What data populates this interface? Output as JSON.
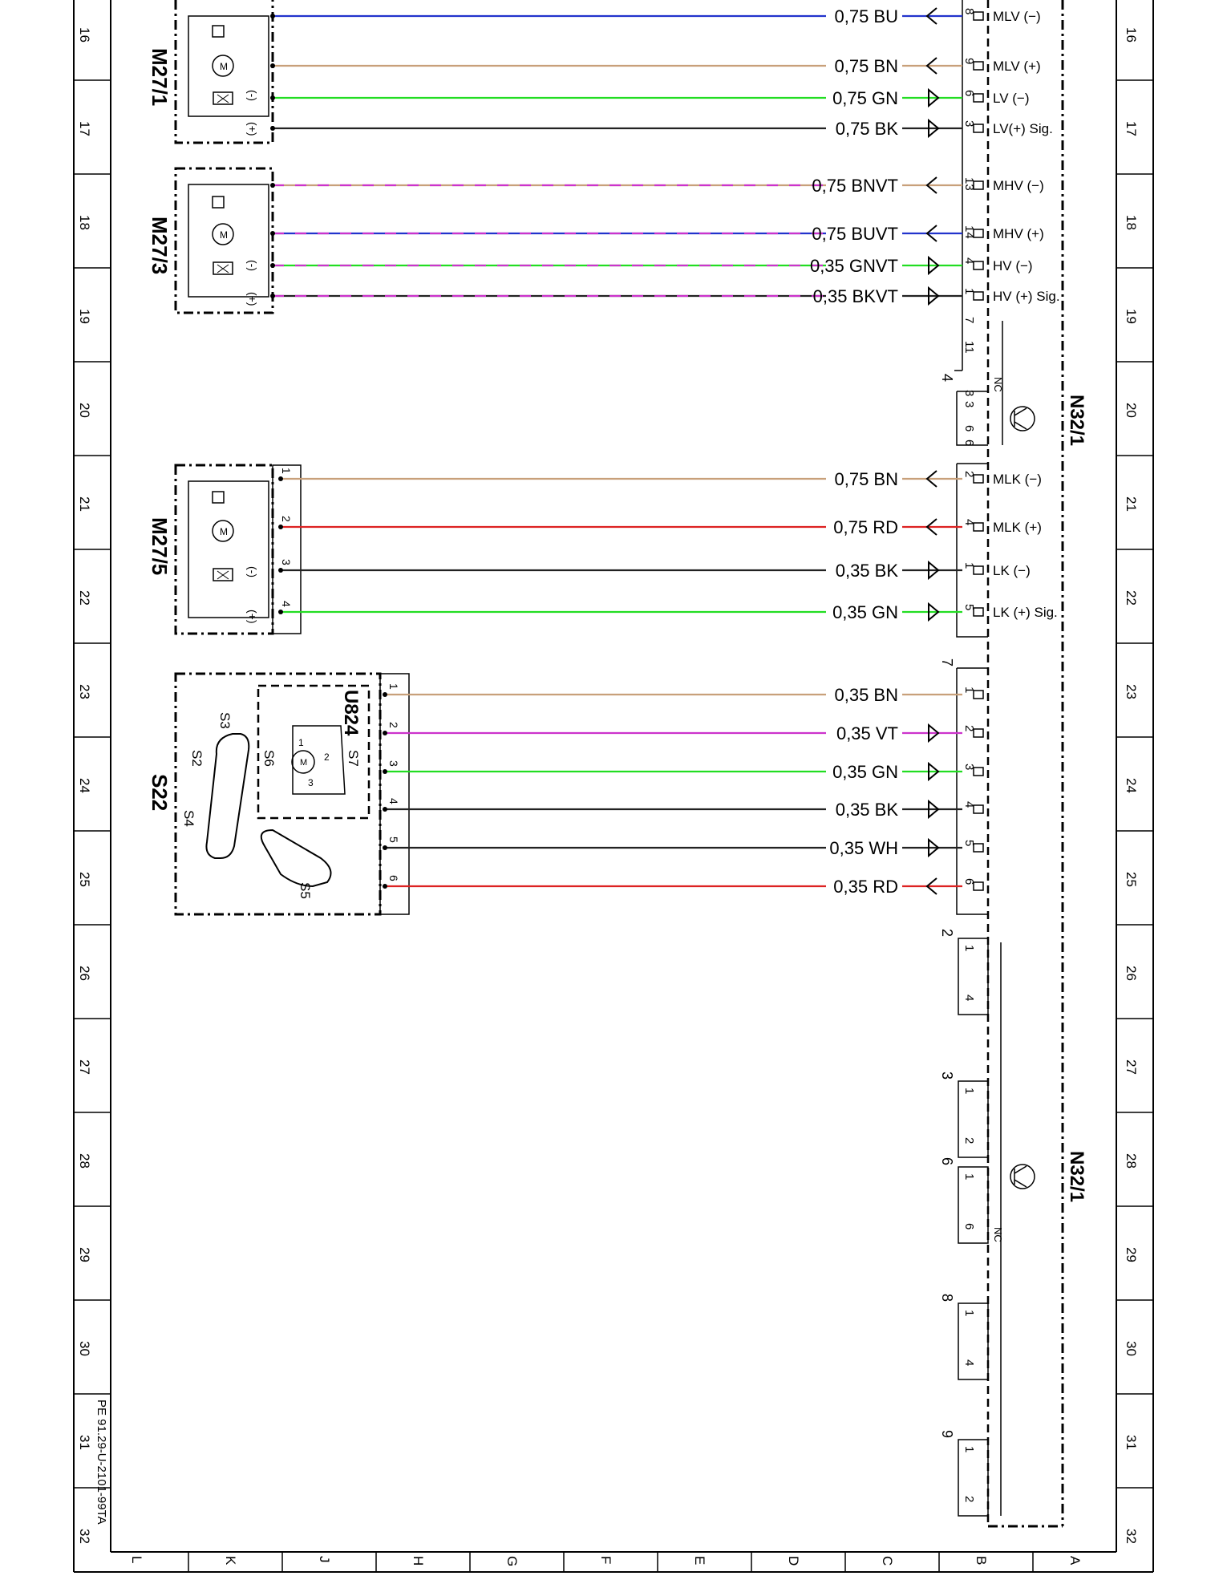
{
  "frame": {
    "row_labels": [
      "16",
      "17",
      "18",
      "19",
      "20",
      "21",
      "22",
      "23",
      "24",
      "25",
      "26",
      "27",
      "28",
      "29",
      "30",
      "31",
      "32"
    ],
    "col_labels": [
      "L",
      "K",
      "J",
      "H",
      "G",
      "F",
      "E",
      "D",
      "C",
      "B",
      "A"
    ],
    "drawing_id": "PE 91.29-U-2101-99TA"
  },
  "components": {
    "m27_1": "M27/1",
    "m27_3": "M27/3",
    "m27_5": "M27/5",
    "s22": "S22",
    "u824": "U824",
    "n32_1_top": "N32/1",
    "n32_1_bottom": "N32/1",
    "switch_labels": [
      "S2",
      "S3",
      "S4",
      "S5",
      "S6",
      "S7"
    ],
    "dial_labels": [
      "M",
      "1",
      "2",
      "3"
    ],
    "motor_symbol": "M",
    "polarity_minus": "(-)",
    "polarity_plus": "(+)",
    "nc_label": "NC"
  },
  "wires": [
    {
      "gauge_color": "0,75 BU",
      "signal": "MLV (−)",
      "pin": "8",
      "colors": [
        "#2233cc"
      ]
    },
    {
      "gauge_color": "0,75 BN",
      "signal": "MLV (+)",
      "pin": "9",
      "colors": [
        "#c8a07a"
      ]
    },
    {
      "gauge_color": "0,75 GN",
      "signal": "LV (−)",
      "pin": "6",
      "colors": [
        "#22dd22"
      ]
    },
    {
      "gauge_color": "0,75 BK",
      "signal": "LV(+) Sig.",
      "pin": "3",
      "colors": [
        "#222222"
      ]
    },
    {
      "gauge_color": "0,75 BNVT",
      "signal": "MHV (−)",
      "pin": "13",
      "colors": [
        "#c8a07a",
        "#cc33cc"
      ]
    },
    {
      "gauge_color": "0,75 BUVT",
      "signal": "MHV (+)",
      "pin": "14",
      "colors": [
        "#2233cc",
        "#cc33cc"
      ]
    },
    {
      "gauge_color": "0,35 GNVT",
      "signal": "HV (−)",
      "pin": "4",
      "colors": [
        "#22dd22",
        "#cc33cc"
      ]
    },
    {
      "gauge_color": "0,35 BKVT",
      "signal": "HV (+) Sig.",
      "pin": "1",
      "colors": [
        "#222222",
        "#cc33cc"
      ]
    },
    {
      "gauge_color": "0,75 BN",
      "signal": "MLK (−)",
      "pin": "2",
      "colors": [
        "#c8a07a"
      ]
    },
    {
      "gauge_color": "0,75 RD",
      "signal": "MLK (+)",
      "pin": "4",
      "colors": [
        "#dd2222"
      ]
    },
    {
      "gauge_color": "0,35 BK",
      "signal": "LK (−)",
      "pin": "1",
      "colors": [
        "#222222"
      ]
    },
    {
      "gauge_color": "0,35 GN",
      "signal": "LK (+) Sig.",
      "pin": "5",
      "colors": [
        "#22dd22"
      ]
    },
    {
      "gauge_color": "0,35 BN",
      "signal": "",
      "pin": "1",
      "colors": [
        "#c8a07a"
      ]
    },
    {
      "gauge_color": "0,35 VT",
      "signal": "",
      "pin": "2",
      "colors": [
        "#cc33cc"
      ]
    },
    {
      "gauge_color": "0,35 GN",
      "signal": "",
      "pin": "3",
      "colors": [
        "#22dd22"
      ]
    },
    {
      "gauge_color": "0,35 BK",
      "signal": "",
      "pin": "4",
      "colors": [
        "#222222"
      ]
    },
    {
      "gauge_color": "0,35 WH",
      "signal": "",
      "pin": "5",
      "colors": [
        "#222222"
      ]
    },
    {
      "gauge_color": "0,35 RD",
      "signal": "",
      "pin": "6",
      "colors": [
        "#dd2222"
      ]
    }
  ],
  "m27_5_pins": [
    "1",
    "2",
    "3",
    "4"
  ],
  "s22_pins": [
    "1",
    "2",
    "3",
    "4",
    "5",
    "6"
  ],
  "spare_pins": [
    "7",
    "11",
    "3",
    "6"
  ],
  "connectors": [
    {
      "id": "4",
      "pins": [
        "3",
        "6"
      ]
    },
    {
      "id": "7",
      "pins": []
    },
    {
      "id": "2",
      "pins": [
        "1",
        "4"
      ]
    },
    {
      "id": "3",
      "pins": [
        "1",
        "2"
      ]
    },
    {
      "id": "6",
      "pins": [
        "1",
        "6"
      ]
    },
    {
      "id": "8",
      "pins": [
        "1",
        "4"
      ]
    },
    {
      "id": "9",
      "pins": [
        "1",
        "2"
      ]
    }
  ]
}
